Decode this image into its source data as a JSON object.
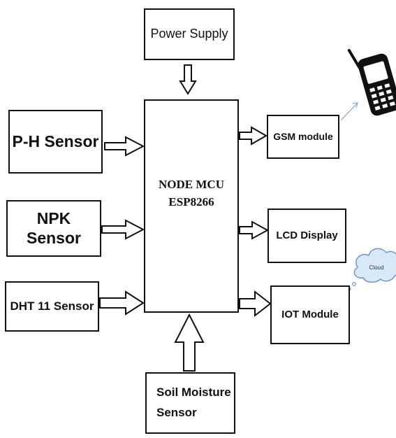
{
  "blocks": {
    "power_supply": "Power Supply",
    "ph_sensor": "P-H Sensor",
    "npk_sensor": "NPK Sensor",
    "dht_sensor": "DHT 11 Sensor",
    "mcu_line1": "NODE MCU",
    "mcu_line2": "ESP8266",
    "gsm_module": "GSM module",
    "lcd_display": "LCD Display",
    "iot_module": "IOT Module",
    "soil_line1": "Soil Moisture",
    "soil_line2": "Sensor"
  },
  "cloud_label": "Cloud",
  "icons": [
    "mobile-phone-icon",
    "cloud-icon"
  ]
}
